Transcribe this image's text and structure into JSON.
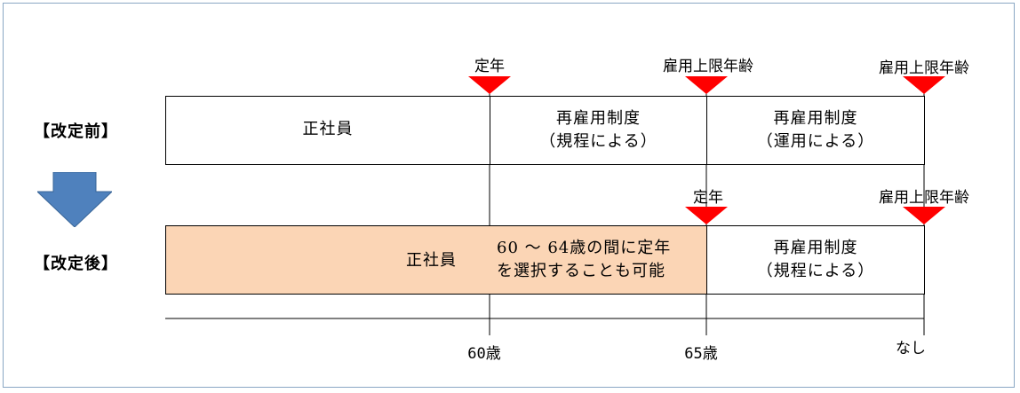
{
  "rows": {
    "before_label": "【改定前】",
    "after_label": "【改定後】"
  },
  "before": {
    "seg1": "正社員",
    "seg2_line1": "再雇用制度",
    "seg2_line2": "（規程による）",
    "seg3_line1": "再雇用制度",
    "seg3_line2": "（運用による）"
  },
  "after": {
    "seg1": "正社員",
    "note_line1": "60 ～ 64歳の間に定年",
    "note_line2": "を選択することも可能",
    "seg2_line1": "再雇用制度",
    "seg2_line2": "（規程による）"
  },
  "markers": {
    "before_retire": "定年",
    "before_limit1": "雇用上限年齢",
    "before_limit2": "雇用上限年齢",
    "after_retire": "定年",
    "after_limit": "雇用上限年齢"
  },
  "axis": {
    "tick1": "60歳",
    "tick2": "65歳",
    "tick3": "なし"
  },
  "colors": {
    "marker": "#ff0000",
    "arrow": "#4f81bd",
    "salary_fill": "#fbd5b5",
    "frame": "#8aa7c4"
  }
}
